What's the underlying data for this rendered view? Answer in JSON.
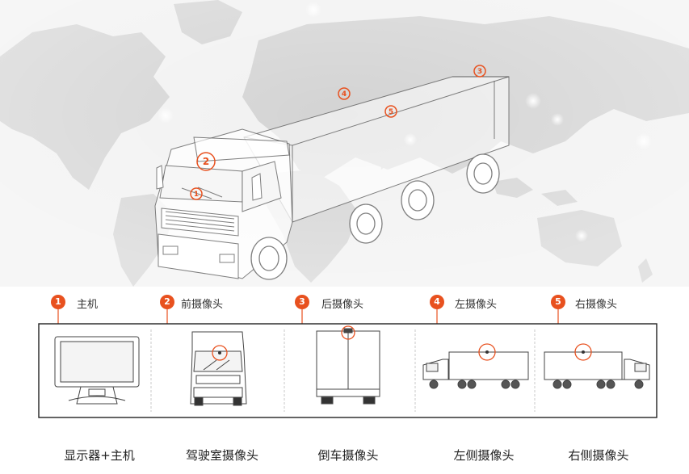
{
  "diagram": {
    "markers": [
      {
        "num": "1",
        "label": "主机"
      },
      {
        "num": "2",
        "label": "前摄像头"
      },
      {
        "num": "3",
        "label": "后摄像头"
      },
      {
        "num": "4",
        "label": "左摄像头"
      },
      {
        "num": "5",
        "label": "右摄像头"
      }
    ],
    "captions": [
      "显示器+主机",
      "驾驶室摄像头",
      "倒车摄像头",
      "左侧摄像头",
      "右侧摄像头"
    ],
    "colors": {
      "accent": "#e8511f",
      "map": "#d6d6d6",
      "line": "#555555"
    }
  }
}
